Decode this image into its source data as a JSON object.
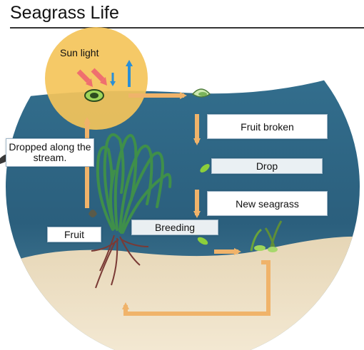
{
  "title": "Seagrass Life",
  "labels": {
    "sun_light": "Sun light",
    "fruit_broken": "Fruit broken",
    "drop": "Drop",
    "new_seagrass": "New seagrass",
    "dropped_along": "Dropped along the stream.",
    "fruit": "Fruit",
    "breeding": "Breeding"
  },
  "colors": {
    "water": "#2e6684",
    "sand": "#e8d7b8",
    "sun": "#f4c45a",
    "arrow": "#f0b36a"
  }
}
